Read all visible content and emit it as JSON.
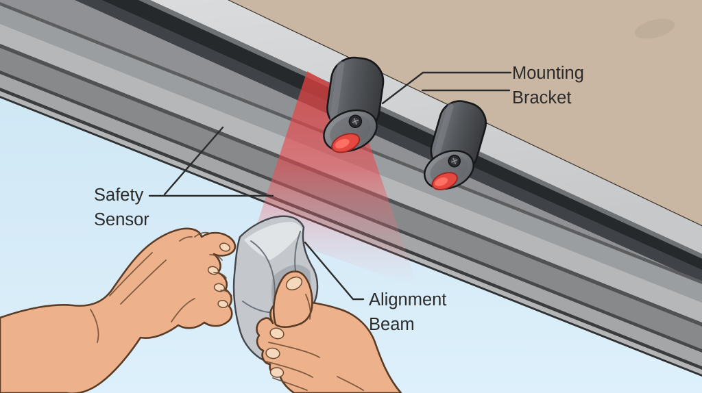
{
  "illustration": {
    "labels": {
      "mounting_bracket": {
        "line1": "Mounting",
        "line2": "Bracket"
      },
      "safety_sensor": {
        "line1": "Safety",
        "line2": "Sensor"
      },
      "alignment_beam": {
        "line1": "Alignment",
        "line2": "Beam"
      }
    }
  },
  "colors": {
    "sky-top": "#cbe4f2",
    "sky-bottom": "#ddf0fb",
    "panel-tan": "#c9b7a4",
    "bracket-strip": "#d9dbdd",
    "seal-channel": "#26292c",
    "rail-gray": "#8f9194",
    "beam-red": "#e3403d",
    "sensor-body": "#4a4d50",
    "lens-red": "#e54840",
    "cloth-gray": "#c4c8cc",
    "skin": "#edb28c",
    "outline-ink": "#5a3b26",
    "label-ink": "#2b2b2b"
  }
}
